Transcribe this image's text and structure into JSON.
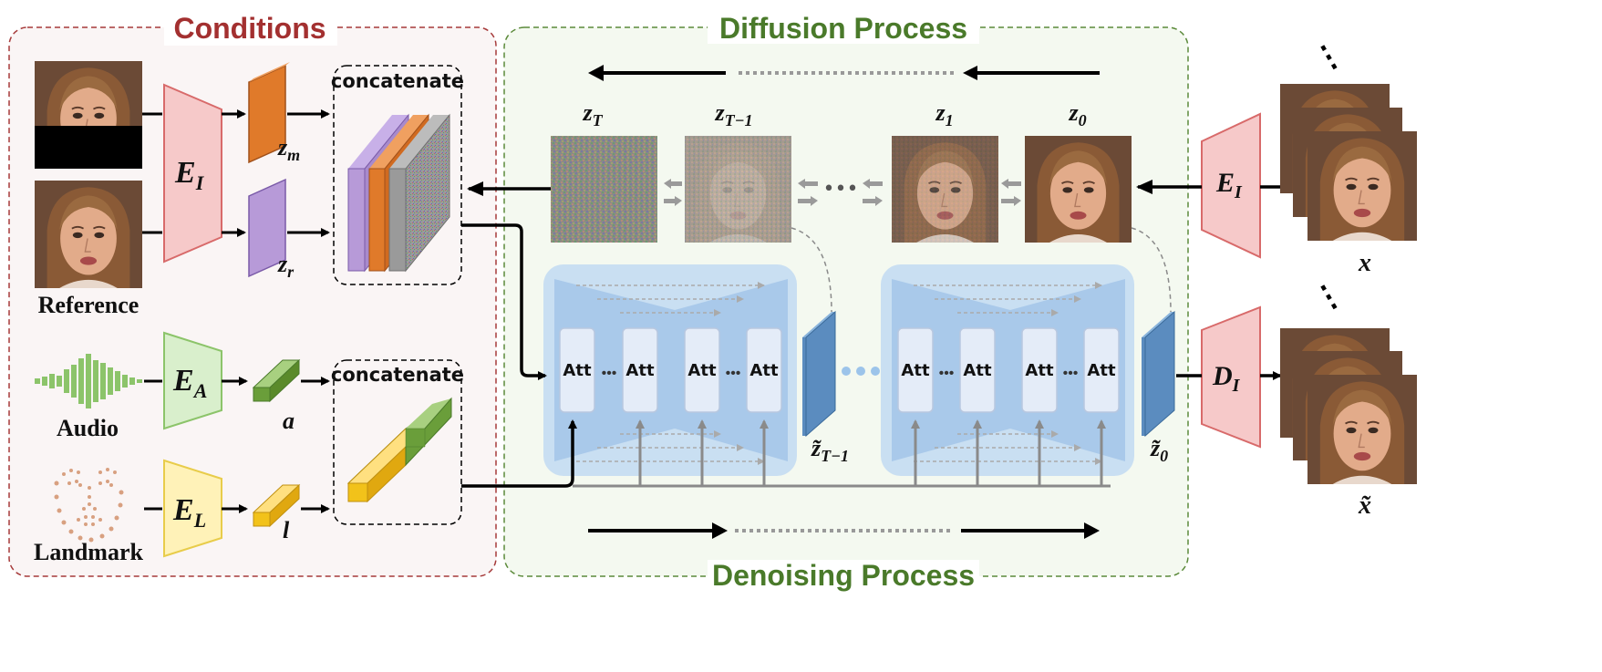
{
  "sections": {
    "conditions": "Conditions",
    "diffusion": "Diffusion Process",
    "denoising": "Denoising Process"
  },
  "inputs": {
    "reference": "Reference",
    "audio": "Audio",
    "landmark": "Landmark"
  },
  "encoders": {
    "image_main": "E",
    "image_sub": "I",
    "audio_main": "E",
    "audio_sub": "A",
    "landmark_main": "E",
    "landmark_sub": "L",
    "decoder_main": "D",
    "decoder_sub": "I"
  },
  "latents": {
    "zm_main": "z",
    "zm_sub": "m",
    "zr_main": "z",
    "zr_sub": "r",
    "a": "a",
    "l": "l"
  },
  "concat_label": "concatenate",
  "noise_frames": {
    "zT_main": "z",
    "zT_sub": "T",
    "zTm1_main": "z",
    "zTm1_sub": "T−1",
    "z1_main": "z",
    "z1_sub": "1",
    "z0_main": "z",
    "z0_sub": "0"
  },
  "unet": {
    "att": "Att",
    "dots": "•••"
  },
  "outputs": {
    "ztilde_Tm1_main": "z̃",
    "ztilde_Tm1_sub": "T−1",
    "ztilde_0_main": "z̃",
    "ztilde_0_sub": "0",
    "x": "x",
    "x_tilde": "x̃",
    "ellipsis": "⋮"
  },
  "colors": {
    "conditions_border": "#a63a3a",
    "conditions_title": "#a33030",
    "diffusion_border": "#5b8a3a",
    "diffusion_title": "#4a7a2a",
    "encoder_fill": "#f6c9c9",
    "encoder_stroke": "#d86a6a",
    "audio_enc_fill": "#d9efcc",
    "audio_enc_stroke": "#8cc46a",
    "land_enc_fill": "#fff2b8",
    "land_enc_stroke": "#e8cc4a",
    "orange": "#e07a2a",
    "purple": "#b79ad8",
    "green": "#6a9e3a",
    "yellow": "#f2c21a",
    "unet_bg": "#c9dff2",
    "unet_block": "#a9c9ea",
    "att_fill": "#e4ecf8",
    "latent_blue": "#5b8cbf"
  }
}
